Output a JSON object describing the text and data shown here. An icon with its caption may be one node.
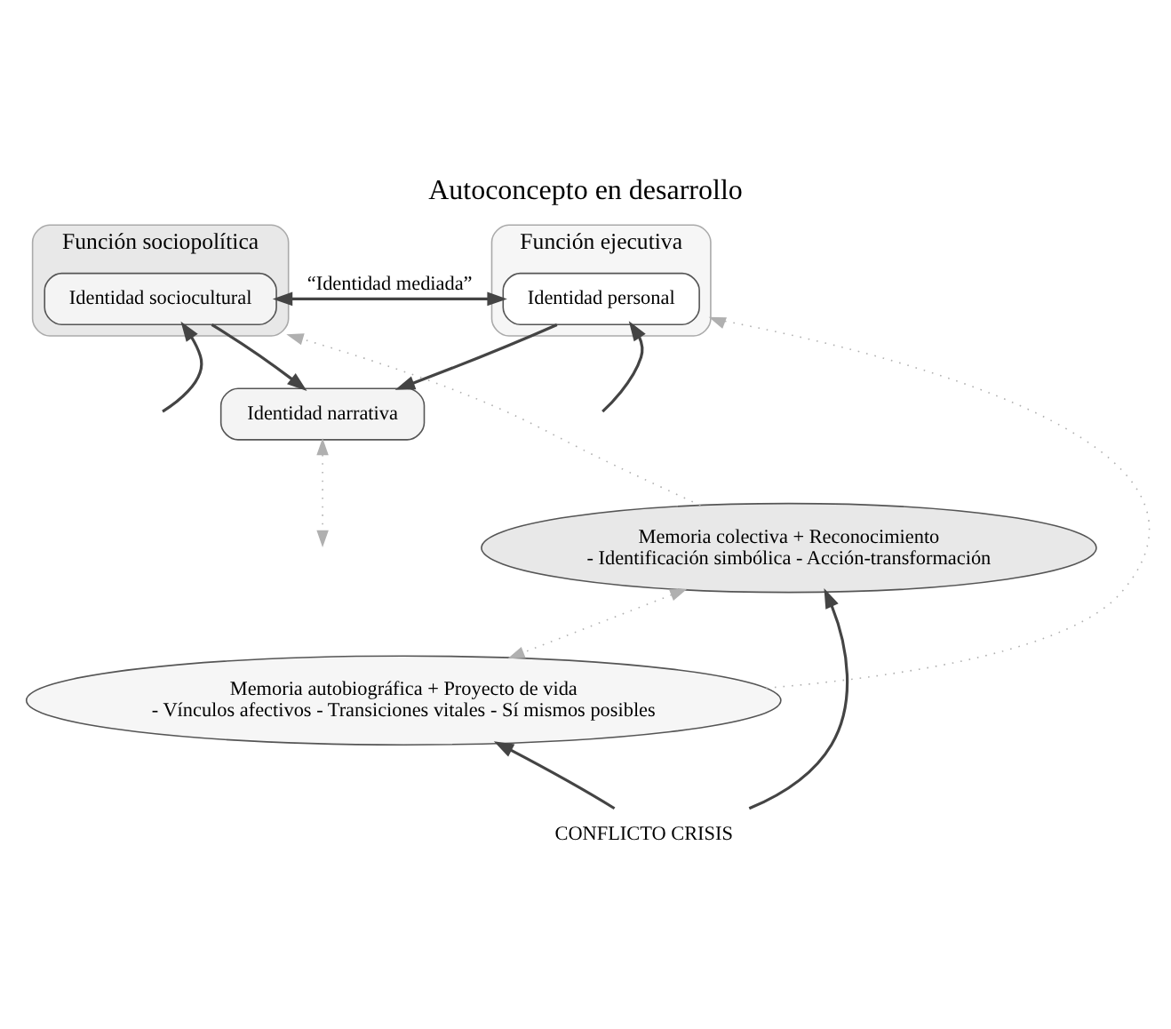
{
  "diagram": {
    "title": "Autoconcepto en desarrollo",
    "nodes": [
      {
        "text": [
          "Función sociopolítica"
        ]
      },
      {
        "text": [
          "Identidad sociocultural"
        ],
        "in": 0
      },
      {
        "text": [
          "Función ejecutiva"
        ]
      },
      {
        "text": [
          "Identidad personal"
        ],
        "in": 2
      },
      {
        "text": [
          "Identidad narrativa"
        ]
      },
      {
        "text": [
          "Memoria colectiva + Reconocimiento",
          "- Identificación simbólica - Acción-transformación"
        ]
      },
      {
        "text": [
          "Memoria autobiográfica + Proyecto de vida",
          "- Vínculos afectivos - Transiciones vitales - Sí mismos posibles"
        ]
      },
      {
        "text": [
          "CONFLICTO CRISIS"
        ]
      }
    ],
    "edges": [
      {
        "from": 1,
        "to": 3,
        "arrow": "both",
        "label": "“Identidad mediada”"
      },
      {
        "from": 1,
        "to": 4,
        "arrow": "to"
      },
      {
        "from": null,
        "to": 1,
        "arrow": "to"
      },
      {
        "from": null,
        "to": 3,
        "arrow": "to"
      },
      {
        "from": 5,
        "to": 0,
        "arrow": "to",
        "style": "dashed",
        "color": "#b0b0b0"
      },
      {
        "from": 6,
        "to": 2,
        "arrow": "to",
        "style": "dashed",
        "color": "#b0b0b0"
      },
      {
        "from": 4,
        "to": null,
        "arrow": "both",
        "style": "dashed",
        "color": "#b0b0b0"
      },
      {
        "from": 5,
        "to": 6,
        "arrow": "both",
        "style": "dashed",
        "color": "#b0b0b0"
      },
      {
        "from": 7,
        "to": 5,
        "arrow": "to"
      },
      {
        "from": 7,
        "to": 6,
        "arrow": "to"
      },
      {
        "from": 3,
        "to": 4,
        "arrow": "to"
      }
    ]
  }
}
